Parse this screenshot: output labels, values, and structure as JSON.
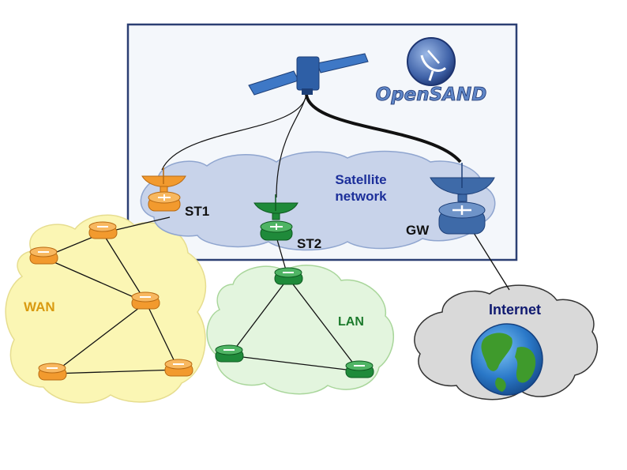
{
  "logo": {
    "text": "OpenSAND",
    "icon": "satellite-dish-logo-icon"
  },
  "satellite_network": {
    "label_line1": "Satellite",
    "label_line2": "network"
  },
  "nodes": {
    "st1": "ST1",
    "st2": "ST2",
    "gw": "GW"
  },
  "clouds": {
    "wan": "WAN",
    "lan": "LAN",
    "internet": "Internet"
  },
  "colors": {
    "frame": "#2b3f73",
    "sat_cloud": "#c8d3ea",
    "sat_cloud_stroke": "#8fa5cf",
    "wan_cloud": "#fbf6b4",
    "wan_stroke": "#e6dd8f",
    "lan_cloud": "#e3f5de",
    "lan_stroke": "#a9d69b",
    "internet_cloud": "#d9d9d9",
    "orange": "#f29a2e",
    "green": "#1f8a3a",
    "blue": "#3e6aa8",
    "wan_text": "#d99a10",
    "lan_text": "#1c7a2c",
    "sat_text": "#1c2f9a",
    "internet_text": "#101a70"
  }
}
